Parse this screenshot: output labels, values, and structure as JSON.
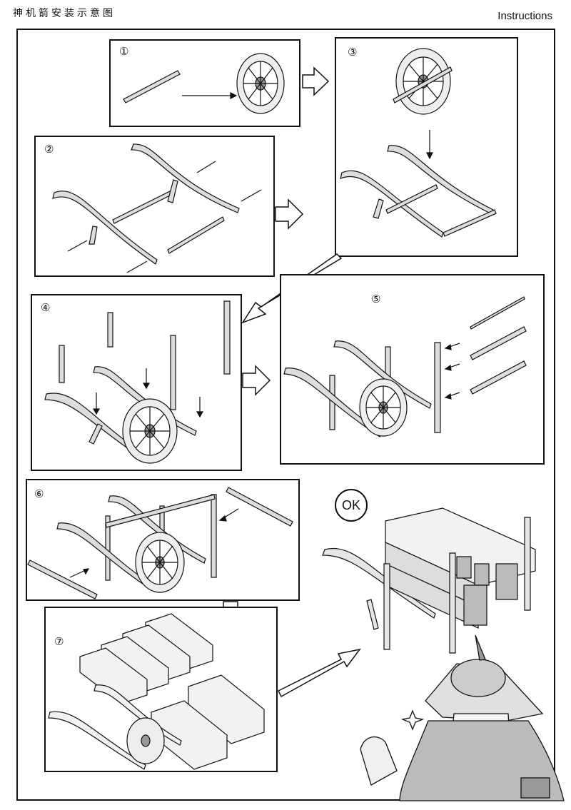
{
  "header": {
    "title_cn": "神机箭安装示意图",
    "title_en": "Instructions"
  },
  "steps": [
    {
      "label": "①"
    },
    {
      "label": "②"
    },
    {
      "label": "③"
    },
    {
      "label": "④"
    },
    {
      "label": "⑤"
    },
    {
      "label": "⑥"
    },
    {
      "label": "⑦"
    }
  ],
  "final": {
    "label": "OK"
  },
  "colors": {
    "ink": "#111111",
    "wood": "#d9d9d9",
    "paper": "#ffffff"
  }
}
